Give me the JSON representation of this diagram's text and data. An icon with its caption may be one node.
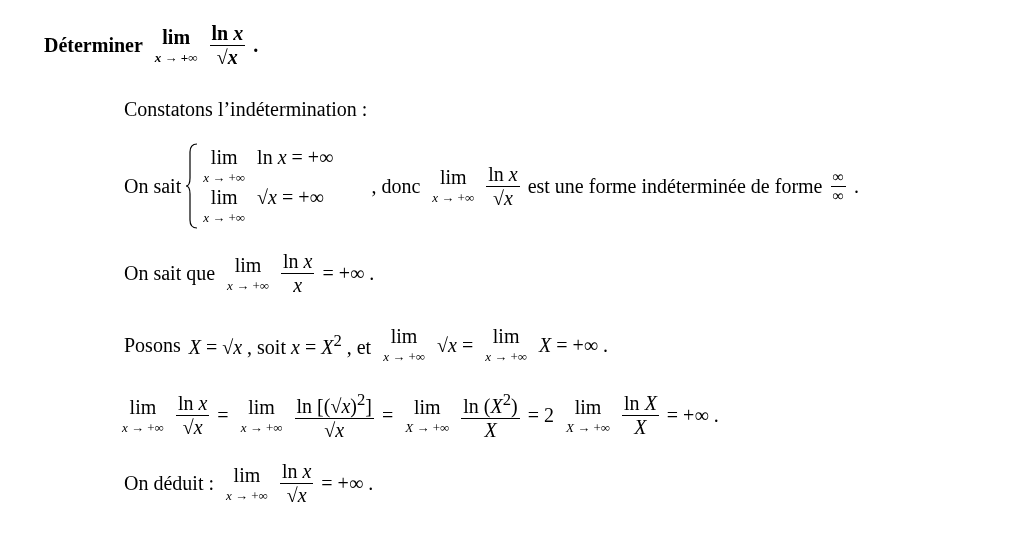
{
  "diagram": {
    "labels": [
      "Déterminer",
      "lim",
      "*x* → +∞",
      "ln *x*",
      "√*x*",
      ".",
      "Constatons l’indétermination :",
      "On sait",
      "lim",
      "*x* → +∞",
      "ln *x* = +∞",
      "lim",
      "*x* → +∞",
      "√*x* = +∞",
      ", donc",
      "lim",
      "*x* → +∞",
      "ln *x*",
      "√*x*",
      "est une forme indéterminée de forme",
      "∞",
      "∞",
      ".",
      "On sait que",
      "lim",
      "*x* → +∞",
      "ln *x*",
      "*x*",
      "= +∞ .",
      "Posons",
      "*X* = √*x* , soit *x* = *X*$^{2}$ , et",
      "lim",
      "*x* → +∞",
      "√*x* =",
      "lim",
      "*x* → +∞",
      "*X* = +∞ .",
      "lim",
      "*x* → +∞",
      "ln *x*",
      "√*x*",
      "=",
      "lim",
      "*x* → +∞",
      "ln [(√*x*)$^{2}$]",
      "√*x*",
      "=",
      "lim",
      "*X* → +∞",
      "ln (*X*$^{2}$)",
      "*X*",
      "= 2",
      "lim",
      "*X* → +∞",
      "ln *X*",
      "*X*",
      "= +∞ .",
      "On déduit :",
      "lim",
      "*x* → +∞",
      "ln *x*",
      "√*x*",
      "= +∞ ."
    ]
  }
}
